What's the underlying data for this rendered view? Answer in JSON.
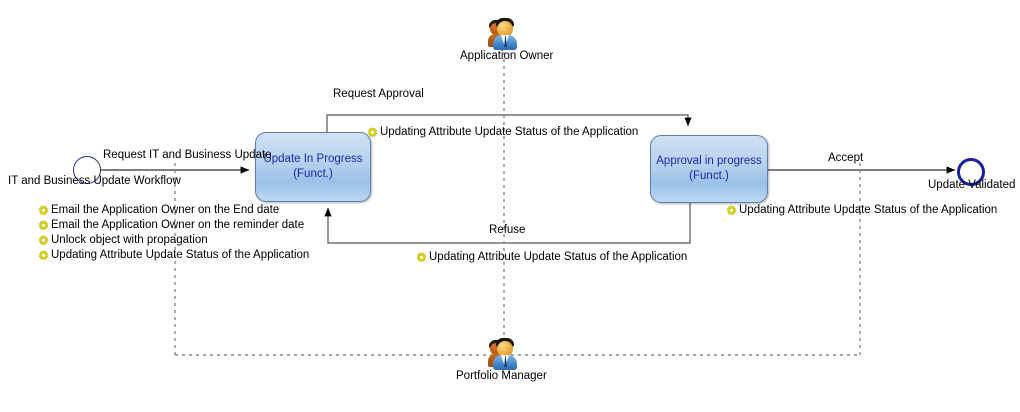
{
  "diagram": {
    "title": "IT and Business Update Workflow",
    "type": "activity-workflow",
    "colors": {
      "activity_fill_top": "#cfe0f4",
      "activity_fill_bottom": "#9cc1e8",
      "activity_border": "#5b7fa6",
      "activity_text": "#1c24a8",
      "start_node_border": "#2b2f8f",
      "end_node_border": "#1a1f9c",
      "flow_line": "#444444",
      "lifeline_dash": "#808080",
      "gear_icon": "#d6d400"
    }
  },
  "nodes": {
    "start": {
      "name": "start-node",
      "label": "IT and Business Update Workflow"
    },
    "end": {
      "name": "end-node",
      "label": "Update Validated"
    },
    "activity_1": {
      "label": "Update In Progress",
      "sublabel": "(Funct.)"
    },
    "activity_2": {
      "label": "Approval in progress",
      "sublabel": "(Funct.)"
    }
  },
  "actors": [
    {
      "name": "application-owner",
      "label": "Application Owner",
      "icon": "user-group-icon"
    },
    {
      "name": "portfolio-manager",
      "label": "Portfolio Manager",
      "icon": "user-group-icon"
    }
  ],
  "transitions": [
    {
      "name": "request-it-and-business-update",
      "label": "Request IT and Business Update"
    },
    {
      "name": "request-approval",
      "label": "Request Approval"
    },
    {
      "name": "accept",
      "label": "Accept"
    },
    {
      "name": "refuse",
      "label": "Refuse"
    }
  ],
  "operations": {
    "start_ops": [
      {
        "icon": "gear-icon",
        "label": "Email the Application Owner on the End date"
      },
      {
        "icon": "gear-icon",
        "label": "Email the Application Owner on the reminder date"
      },
      {
        "icon": "gear-icon",
        "label": "Unlock object with propagation"
      },
      {
        "icon": "gear-icon",
        "label": "Updating Attribute Update Status of the Application"
      }
    ],
    "request_approval_op": {
      "icon": "gear-icon",
      "label": "Updating Attribute Update Status of the Application"
    },
    "accept_op": {
      "icon": "gear-icon",
      "label": "Updating Attribute Update Status of the Application"
    },
    "refuse_op": {
      "icon": "gear-icon",
      "label": "Updating Attribute Update Status of the Application"
    }
  }
}
